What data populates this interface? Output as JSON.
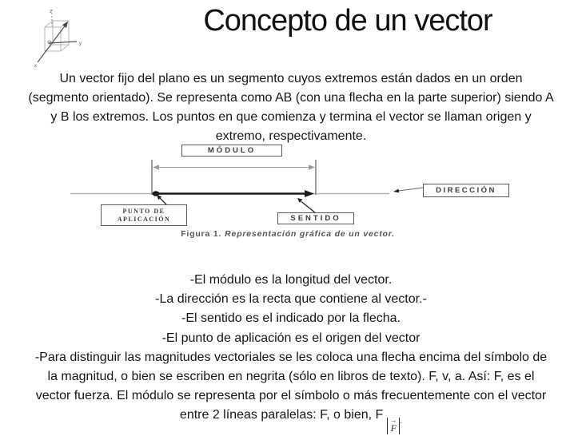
{
  "slide": {
    "title": "Concepto de un vector",
    "colors": {
      "background": "#ffffff",
      "text": "#1a1a1a",
      "figure_thin_line": "#b3b3b3",
      "figure_box_border": "#5a5a5a",
      "figure_label_text": "#3e3e3e",
      "caption_text": "#555555",
      "vector_ink": "#1a1a1a"
    },
    "axes_icon": {
      "z_label": "z",
      "y_label": "y",
      "x_label": "x"
    },
    "intro_lines": [
      "Un vector fijo del plano es un segmento cuyos extremos están dados en un orden",
      "(segmento orientado). Se representa como AB (con una flecha en la parte superior) siendo A",
      "y B los extremos. Los puntos en que comienza y termina el vector se llaman origen y",
      "extremo, respectivamente."
    ],
    "figure": {
      "modulo_label": "MÓDULO",
      "direccion_label": "DIRECCIÓN",
      "punto_label_line1": "PUNTO DE",
      "punto_label_line2": "APLICACIÓN",
      "sentido_label": "SENTIDO",
      "caption_prefix": "Figura 1.",
      "caption_italic": "Representación gráfica de un vector."
    },
    "body_lines": [
      "-El módulo es la longitud del vector.",
      "-La dirección es la recta que contiene al vector.-",
      "-El sentido es el indicado por la flecha.",
      "-El punto de aplicación es el origen del vector",
      "-Para distinguir las magnitudes vectoriales se les coloca una flecha encima del símbolo de",
      "la magnitud, o bien se escriben en negrita (sólo en libros de texto). F, v, a. Así: F, es el",
      "vector fuerza. El módulo se representa por el símbolo o más frecuentemente con el vector"
    ],
    "last_line": {
      "prefix": "entre 2 líneas paralelas: F, o bien, F",
      "formula_arrow": "→",
      "formula_letter": "F",
      "suffix": "."
    }
  }
}
